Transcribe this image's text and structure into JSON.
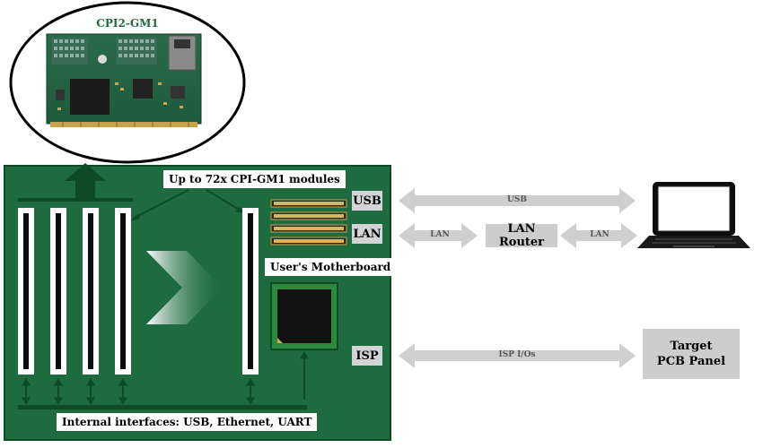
{
  "module": {
    "title": "CPI2-GM1"
  },
  "board": {
    "modules_label": "Up to 72x CPI-GM1 modules",
    "motherboard_label": "User's Motherboard",
    "internal_label": "Internal interfaces: USB, Ethernet, UART"
  },
  "ports": {
    "usb": "USB",
    "lan": "LAN",
    "isp": "ISP"
  },
  "links": {
    "usb": "USB",
    "lan_left": "LAN",
    "lan_right": "LAN",
    "isp": "ISP I/Os"
  },
  "devices": {
    "router": "LAN Router",
    "target": "Target\nPCB Panel"
  },
  "colors": {
    "board": "#1d6b3e",
    "board_dark": "#0f4a26",
    "arrow_gray": "#cfcfcf"
  }
}
